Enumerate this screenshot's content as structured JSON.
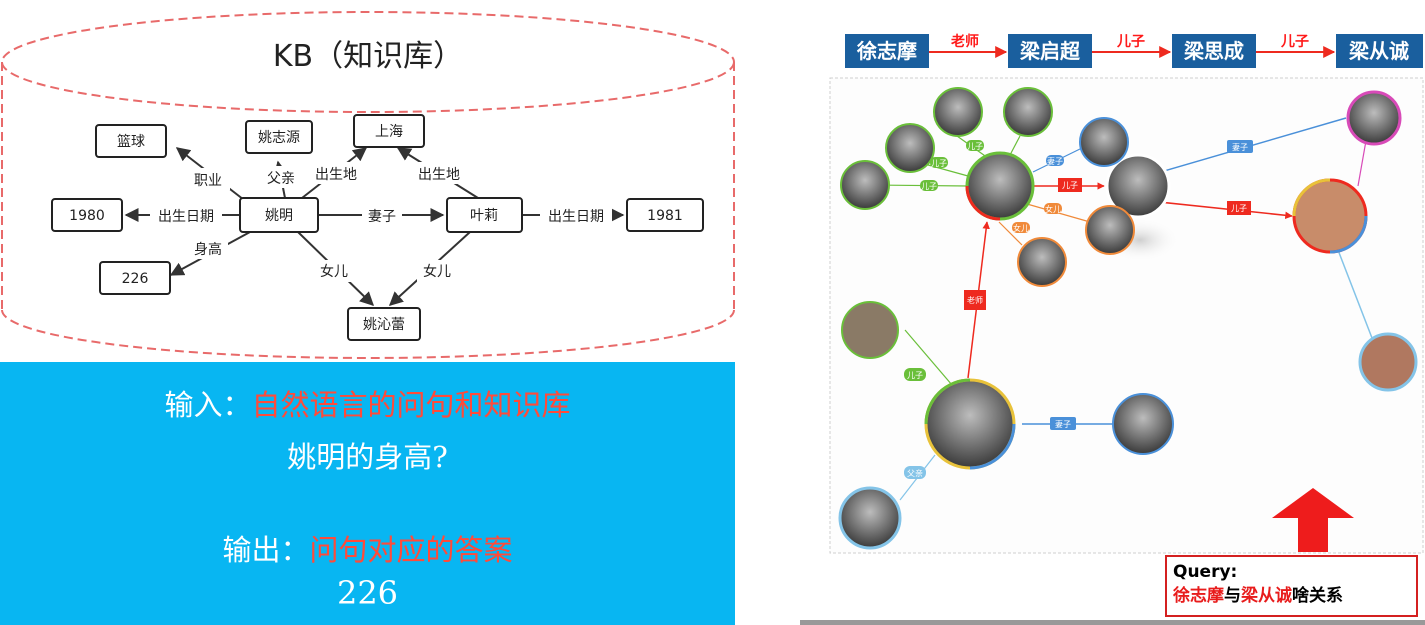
{
  "kb": {
    "title": "KB（知识库）",
    "nodes": {
      "lanqiu": "篮球",
      "yaozhiyuan": "姚志源",
      "shanghai": "上海",
      "y1980": "1980",
      "yaoming": "姚明",
      "yeli": "叶莉",
      "y1981": "1981",
      "h226": "226",
      "yaoqinlei": "姚沁蕾"
    },
    "edges": {
      "zhiye": "职业",
      "fuqin": "父亲",
      "chushengdi1": "出生地",
      "chushengdi2": "出生地",
      "chushengriqi1": "出生日期",
      "qizi": "妻子",
      "chushengriqi2": "出生日期",
      "shengao": "身高",
      "nuer1": "女儿",
      "nuer2": "女儿"
    }
  },
  "io": {
    "input_label": "输入：",
    "input_value": "自然语言的问句和知识库",
    "question": "姚明的身高?",
    "output_label": "输出：",
    "output_value": "问句对应的答案",
    "answer": "226"
  },
  "chain": {
    "persons": [
      "徐志摩",
      "梁启超",
      "梁思成",
      "梁从诚"
    ],
    "relations": [
      "老师",
      "儿子",
      "儿子"
    ]
  },
  "graph": {
    "edge_labels": {
      "teacher": "老师",
      "son_main": "儿子",
      "son_red2": "儿子",
      "wife_top": "妻子",
      "wife_bottom": "妻子",
      "son_bottom": "儿子",
      "father_bottom": "父亲",
      "son_a": "儿子",
      "son_b": "儿子",
      "son_c": "儿子",
      "wife_small": "妻子",
      "daughter_a": "女儿",
      "daughter_b": "女儿"
    },
    "colors": {
      "red": "#ee2a1f",
      "blue": "#4a90d9",
      "green": "#6abf3a",
      "orange": "#f08a3a"
    }
  },
  "query": {
    "label": "Query:",
    "person1": "徐志摩",
    "connector": "与",
    "person2": "梁从诚",
    "suffix": "啥关系"
  },
  "colors": {
    "io_bg": "#08b6f2",
    "chain_box": "#1a5f9e",
    "cylinder_stroke": "#e86a6a"
  }
}
